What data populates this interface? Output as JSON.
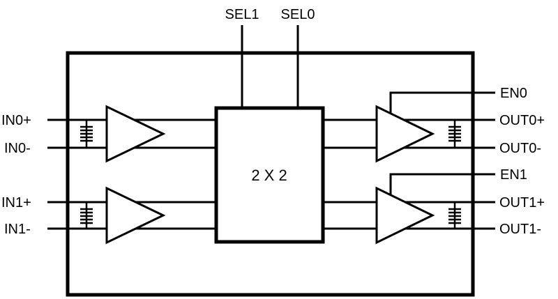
{
  "diagram": {
    "select_labels": {
      "sel1": "SEL1",
      "sel0": "SEL0"
    },
    "core_label": "2 X 2",
    "inputs": {
      "in0_pos": "IN0+",
      "in0_neg": "IN0-",
      "in1_pos": "IN1+",
      "in1_neg": "IN1-"
    },
    "outputs": {
      "out0_pos": "OUT0+",
      "out0_neg": "OUT0-",
      "out1_pos": "OUT1+",
      "out1_neg": "OUT1-"
    },
    "enables": {
      "en0": "EN0",
      "en1": "EN1"
    }
  }
}
